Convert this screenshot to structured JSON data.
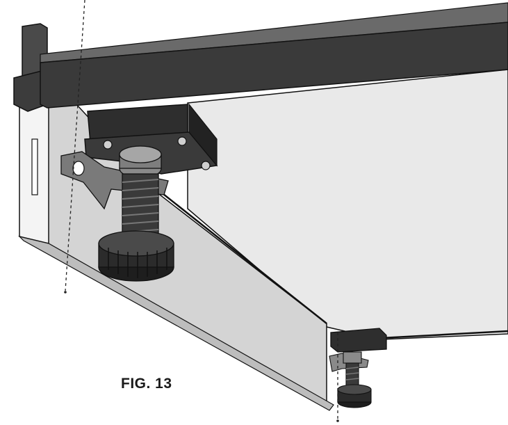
{
  "figure": {
    "label": "FIG. 13",
    "parts": {
      "frame_rail": "frame-rail",
      "corner_post": "corner-post",
      "side_panel": "side-panel",
      "underside_panel": "underside-panel",
      "mount_block": "mounting-block",
      "leveling_foot_large": "leveling-foot-large",
      "leveling_foot_small": "leveling-foot-small",
      "alignment_lines": "dashed-alignment-line"
    },
    "colors": {
      "rail": "#3a3a3a",
      "rail_top": "#5a5a5a",
      "panel_light": "#e6e6e6",
      "panel_mid": "#c9c9c9",
      "foot_dark": "#2b2b2b",
      "outline": "#111111"
    }
  }
}
